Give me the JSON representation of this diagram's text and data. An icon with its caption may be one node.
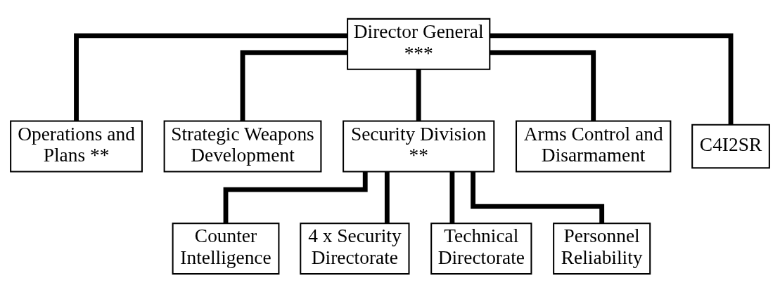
{
  "diagram": {
    "nodes": [
      {
        "text": [
          "Director General ***"
        ]
      },
      {
        "text": [
          "Operations and Plans **"
        ]
      },
      {
        "text": [
          "Strategic Weapons Development"
        ]
      },
      {
        "text": [
          "Security Division **"
        ]
      },
      {
        "text": [
          "Arms Control and Disarmament"
        ]
      },
      {
        "text": [
          "C4I2SR"
        ]
      },
      {
        "text": [
          "Counter Intelligence"
        ]
      },
      {
        "text": [
          "4 x Security Directorate"
        ]
      },
      {
        "text": [
          "Technical Directorate"
        ]
      },
      {
        "text": [
          "Personnel Reliability"
        ]
      }
    ],
    "edges": [
      {
        "from": 0,
        "to": 1,
        "arrow": "none"
      },
      {
        "from": 0,
        "to": 2,
        "arrow": "none"
      },
      {
        "from": 0,
        "to": 3,
        "arrow": "none"
      },
      {
        "from": 0,
        "to": 4,
        "arrow": "none"
      },
      {
        "from": 0,
        "to": 5,
        "arrow": "none"
      },
      {
        "from": 3,
        "to": 6,
        "arrow": "none"
      },
      {
        "from": 3,
        "to": 7,
        "arrow": "none"
      },
      {
        "from": 3,
        "to": 8,
        "arrow": "none"
      },
      {
        "from": 3,
        "to": 9,
        "arrow": "none"
      }
    ]
  }
}
